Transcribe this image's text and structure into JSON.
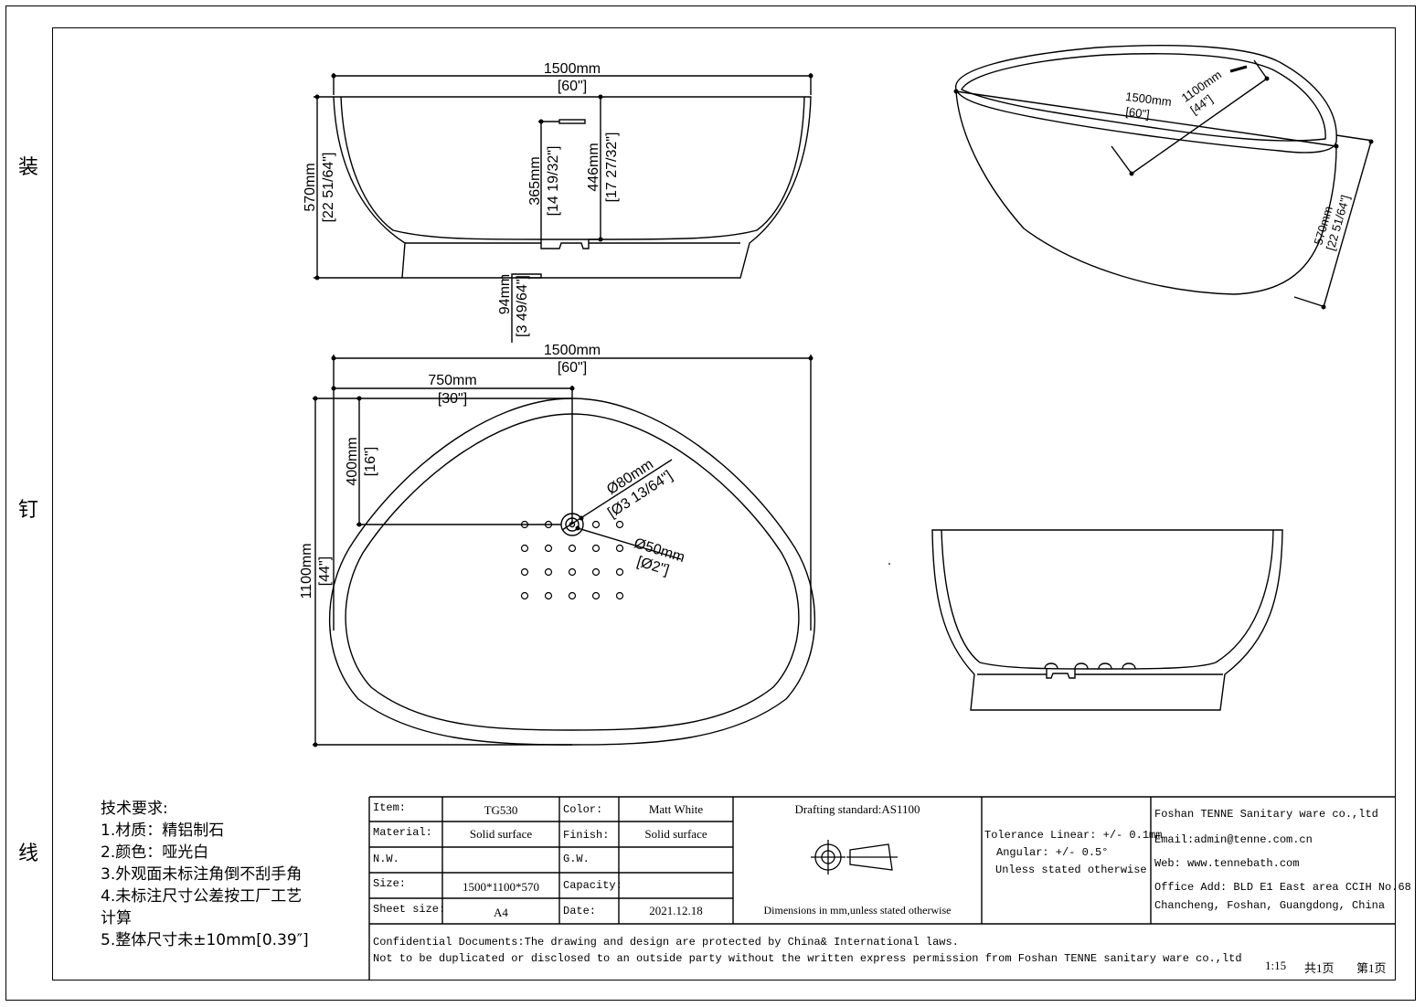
{
  "side_labels": [
    "装",
    "钉",
    "线"
  ],
  "views": {
    "front": {
      "overall_length": "1500mm",
      "overall_length_in": "[60\"]",
      "height": "570mm",
      "height_in": "[22 51/64\"]",
      "overflow_height": "365mm",
      "overflow_height_in": "[14 19/32\"]",
      "inner_depth": "446mm",
      "inner_depth_in": "[17 27/32\"]",
      "base_height": "94mm",
      "base_height_in": "[3 49/64\"]"
    },
    "top": {
      "overall_length": "1500mm",
      "overall_length_in": "[60\"]",
      "drain_offset_x": "750mm",
      "drain_offset_x_in": "[30\"]",
      "drain_offset_y": "400mm",
      "drain_offset_y_in": "[16\"]",
      "width": "1100mm",
      "width_in": "[44\"]",
      "drain_outer_dia": "Ø80mm",
      "drain_outer_dia_in": "[Ø3 13/64\"]",
      "drain_inner_dia": "Ø50mm",
      "drain_inner_dia_in": "[Ø2\"]"
    },
    "iso": {
      "length": "1500mm",
      "length_in": "[60\"]",
      "width": "1100mm",
      "width_in": "[44\"]",
      "height": "570mm",
      "height_in": "[22 51/64\"]"
    }
  },
  "notes": {
    "title": "技术要求:",
    "items": [
      "1.材质：精铝制石",
      "2.颜色：哑光白",
      "3.外观面未标注角倒不刮手角",
      "4.未标注尺寸公差按工厂工艺",
      "计算",
      "5.整体尺寸未±10mm[0.39″]"
    ]
  },
  "title_block": {
    "item_label": "Item:",
    "item_value": "TG530",
    "color_label": "Color:",
    "color_value": "Matt White",
    "material_label": "Material:",
    "material_value": "Solid surface",
    "finish_label": "Finish:",
    "finish_value": "Solid surface",
    "nw_label": "N.W.",
    "nw_value": "",
    "gw_label": "G.W.",
    "gw_value": "",
    "size_label": "Size:",
    "size_value": "1500*1100*570",
    "capacity_label": "Capacity:",
    "capacity_value": "",
    "sheet_label": "Sheet size:",
    "sheet_value": "A4",
    "date_label": "Date:",
    "date_value": "2021.12.18",
    "drafting_standard": "Drafting standard:AS1100",
    "dimensions_note": "Dimensions in mm,unless stated otherwise",
    "tolerance_linear": "Tolerance Linear: +/- 0.1mm",
    "tolerance_angular": "Angular:        +/- 0.5°",
    "tolerance_note": "Unless stated otherwise",
    "company": "Foshan TENNE Sanitary ware co.,ltd",
    "email": "Email:admin@tenne.com.cn",
    "web": "Web: www.tennebath.com",
    "office_1": "Office Add: BLD E1 East area CCIH No.68",
    "office_2": "Chancheng, Foshan, Guangdong, China",
    "confidential_1": "Confidential Documents:The drawing and design are protected by China& International laws.",
    "confidential_2": "Not to be duplicated or disclosed to an outside party without the written express permission from Foshan TENNE sanitary ware co.,ltd",
    "scale": "1:15",
    "pages_total": "共1页",
    "page_current": "第1页"
  }
}
